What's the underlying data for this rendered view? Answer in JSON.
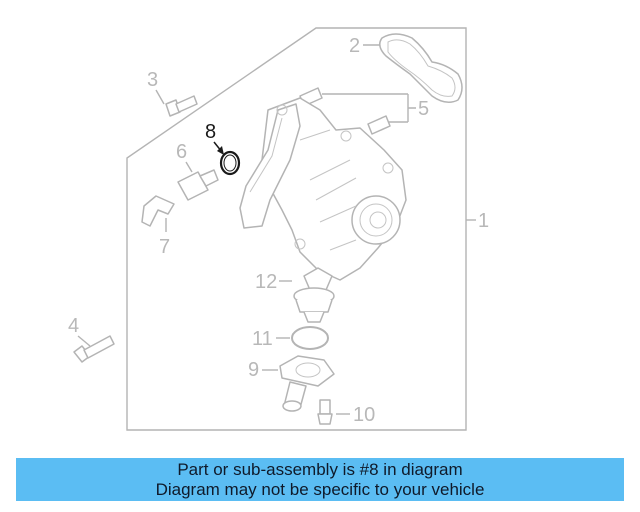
{
  "callouts": {
    "c1": "1",
    "c2": "2",
    "c3": "3",
    "c4": "4",
    "c5": "5",
    "c6": "6",
    "c7": "7",
    "c8": "8",
    "c9": "9",
    "c10": "10",
    "c11": "11",
    "c12": "12"
  },
  "highlighted_part": "8",
  "banner": {
    "line1": "Part or sub-assembly is #8 in diagram",
    "line2": "Diagram may not be specific to your vehicle",
    "color": "#5bbdf3"
  }
}
